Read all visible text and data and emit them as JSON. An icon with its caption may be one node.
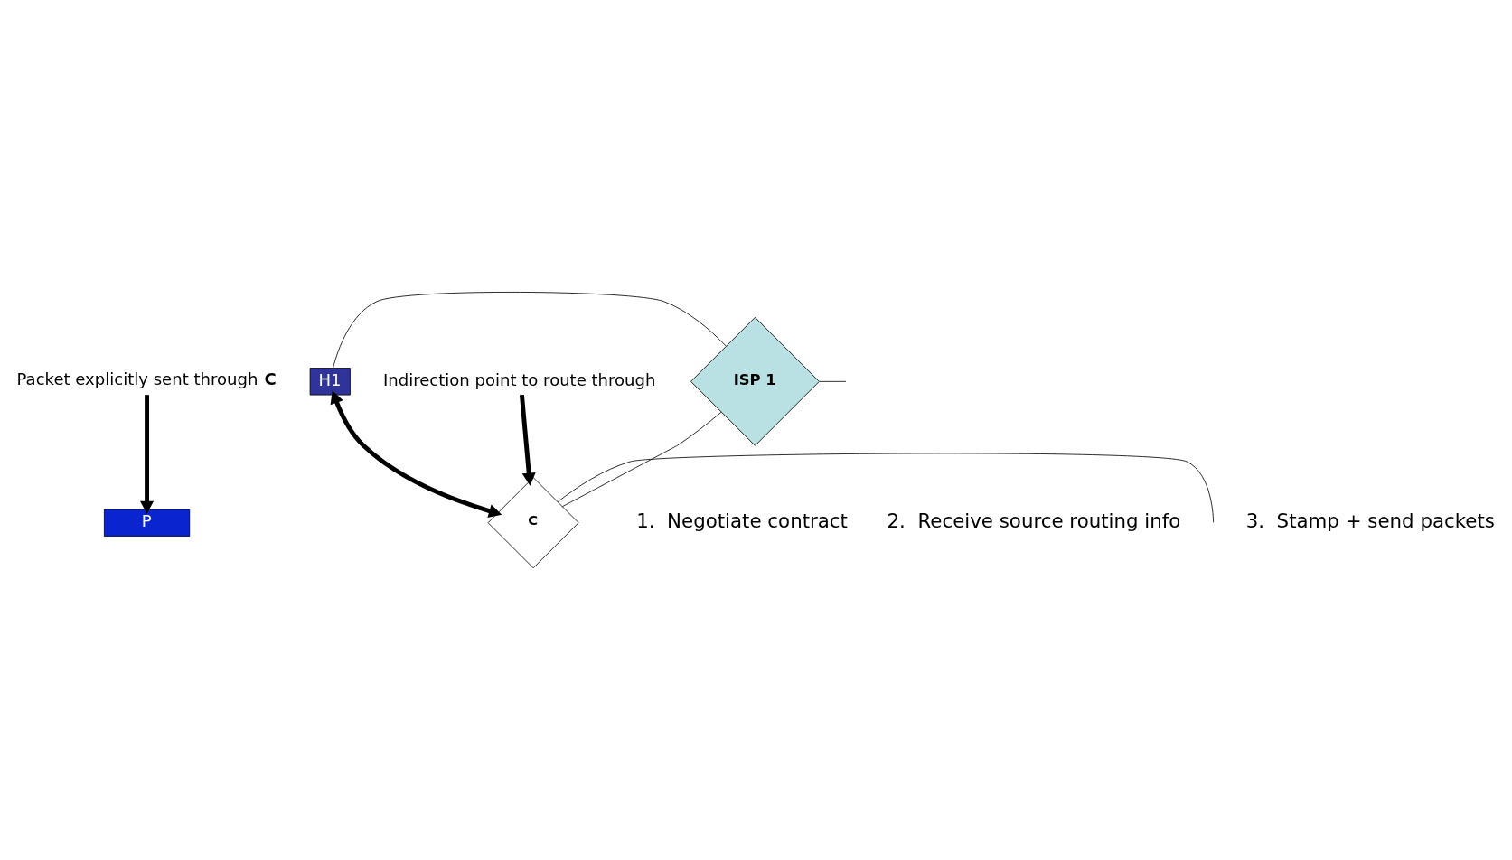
{
  "diagram": {
    "nodes": [
      {
        "text": [
          "Packet explicitly sent through **C**"
        ]
      },
      {
        "text": [
          "P"
        ]
      },
      {
        "text": [
          "H1"
        ]
      },
      {
        "text": [
          "ISP 1"
        ]
      },
      {
        "text": [
          "C"
        ]
      },
      {
        "text": [
          "Indirection point to route through"
        ]
      }
    ],
    "edges": [
      {
        "from": 0,
        "to": 1,
        "arrow": "to",
        "style": "thick"
      },
      {
        "from": 2,
        "to": 3,
        "arrow": "none"
      },
      {
        "from": 3,
        "to": null,
        "arrow": "none"
      },
      {
        "from": 3,
        "to": 4,
        "arrow": "none"
      },
      {
        "from": 2,
        "to": 4,
        "arrow": "both",
        "style": "thick"
      },
      {
        "from": 4,
        "to": null,
        "arrow": "none"
      },
      {
        "from": 5,
        "to": 4,
        "arrow": "to",
        "style": "thick"
      }
    ],
    "labels": [
      "1.  Negotiate contract",
      "2.  Receive source routing info",
      "3.  Stamp + send packets"
    ]
  }
}
